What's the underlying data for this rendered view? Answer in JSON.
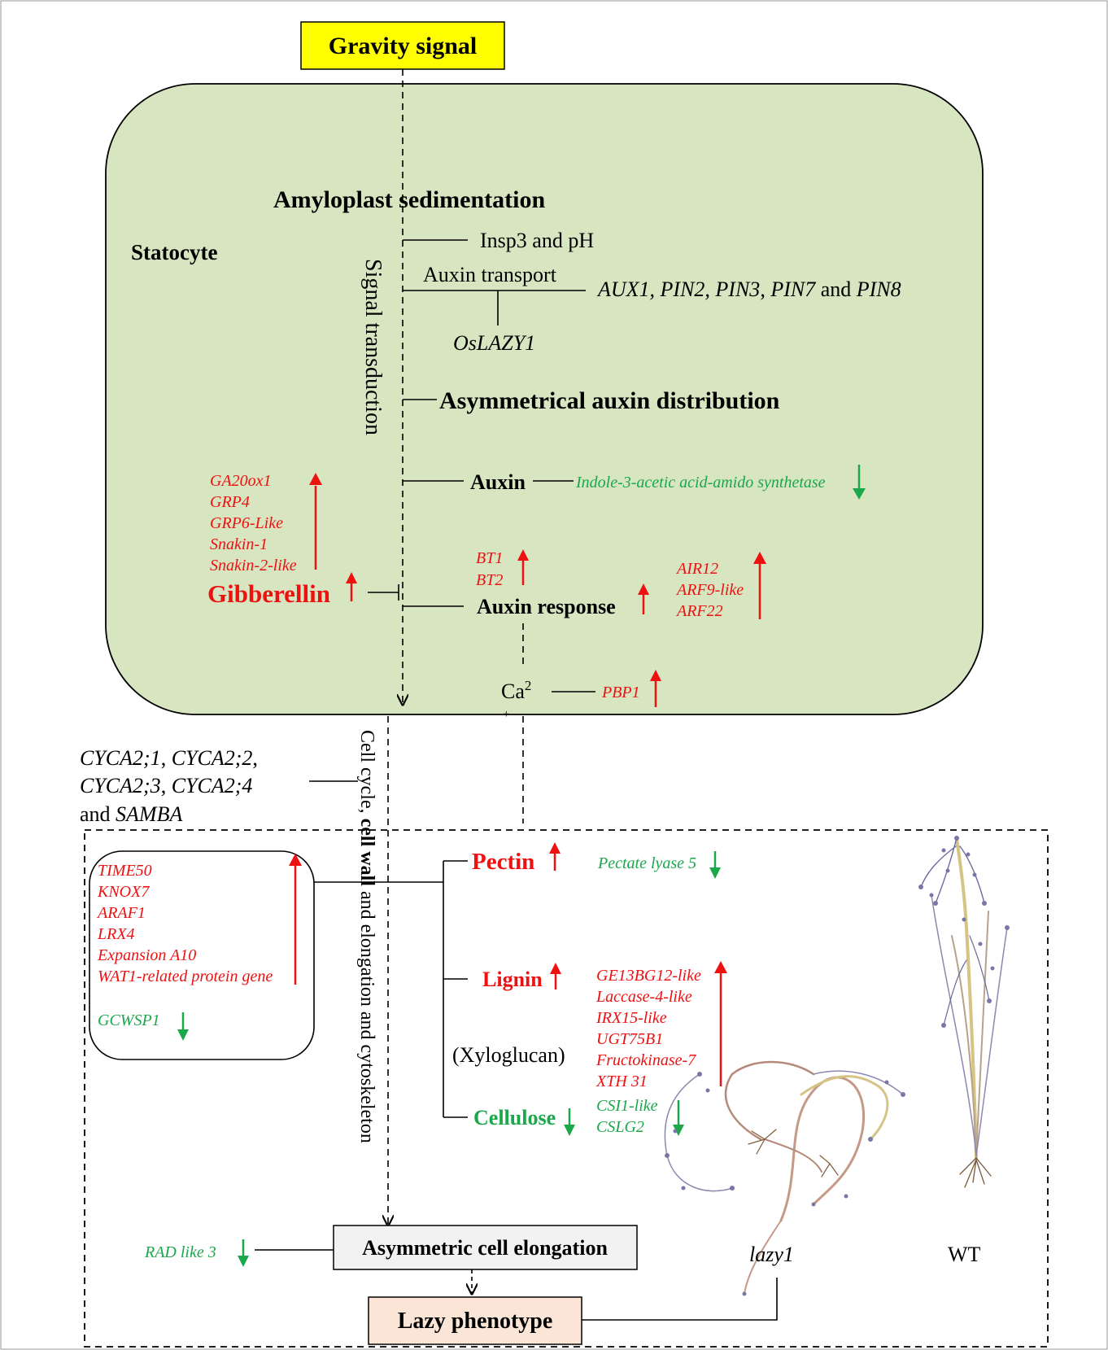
{
  "colors": {
    "up": "#ee1111",
    "down": "#1aa84a",
    "statocyte_fill": "#d7e5c1",
    "gravity_fill": "#ffff00",
    "lazy_fill": "#fbe5d6",
    "elongation_fill": "#f2f2f2"
  },
  "header": {
    "gravity_signal": "Gravity  signal"
  },
  "statocyte": {
    "label": "Statocyte",
    "amyloplast": "Amyloplast sedimentation",
    "insp3": "Insp3 and pH",
    "auxin_transport": "Auxin transport",
    "transport_genes": {
      "g1": "AUX1, PIN2, PIN3",
      "sep1": ", ",
      "g2": "PIN7",
      "sep2": " and ",
      "g3": "PIN8"
    },
    "oslazy1": "OsLAZY1",
    "signal_transduction": "Signal transduction",
    "asymmetrical": "Asymmetrical auxin  distribution",
    "auxin": "Auxin",
    "iaa_synthetase": "Indole-3-acetic acid-amido synthetase",
    "ga_genes": [
      "GA20ox1",
      "GRP4",
      "GRP6-Like",
      "Snakin-1",
      "Snakin-2-like"
    ],
    "gibberellin": "Gibberellin",
    "bt_genes": [
      "BT1",
      "BT2"
    ],
    "auxin_response": "Auxin  response",
    "air_genes": [
      "AIR12",
      "ARF9-like",
      "ARF22"
    ],
    "ca": "Ca",
    "ca_sup": "2",
    "ca_plus": "+",
    "pbp1": "PBP1"
  },
  "cell_cycle": {
    "line1": {
      "a": "CYCA2;1",
      "b": ", ",
      "c": "CYCA2;2",
      "d": ","
    },
    "line2": {
      "a": "CYCA2;3",
      "b": ", ",
      "c": "CYCA2;4"
    },
    "line3": {
      "a": "and ",
      "b": "SAMBA"
    },
    "vertical": {
      "a": "Cell cycle, ",
      "b": "cell wall",
      "c": " and elongation and cytoskeleton"
    }
  },
  "cell_wall": {
    "box_genes_up": [
      "TIME50",
      "KNOX7",
      "ARAF1",
      "LRX4",
      "Expansion A10",
      "WAT1-related protein gene"
    ],
    "box_gene_down": "GCWSP1",
    "pectin": "Pectin",
    "pectate_lyase": "Pectate lyase 5",
    "lignin": "Lignin",
    "lignin_genes": [
      "GE13BG12-like",
      "Laccase-4-like",
      "IRX15-like",
      "UGT75B1",
      "Fructokinase-7",
      "XTH 31"
    ],
    "xyloglucan": "(Xyloglucan)",
    "cellulose": "Cellulose",
    "cellulose_genes": [
      "CSI1-like",
      "CSLG2"
    ]
  },
  "bottom": {
    "rad_like": "RAD like 3",
    "asymmetric_elongation": "Asymmetric cell elongation",
    "lazy_phenotype": "Lazy phenotype",
    "lazy1": "lazy1",
    "wt": "WT"
  }
}
